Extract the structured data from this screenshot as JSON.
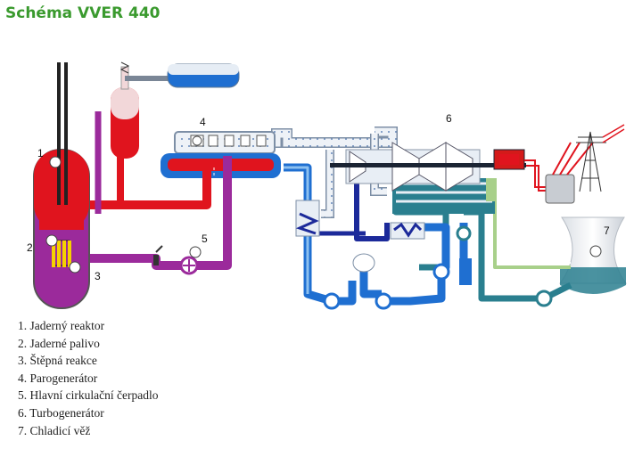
{
  "title": "Schéma VVER 440",
  "diagram_labels": [
    "1",
    "2",
    "3",
    "4",
    "5",
    "6",
    "7"
  ],
  "legend": [
    {
      "num": "1.",
      "text": "Jaderný reaktor"
    },
    {
      "num": "2.",
      "text": "Jaderné palivo"
    },
    {
      "num": "3.",
      "text": "Štěpná reakce"
    },
    {
      "num": "4.",
      "text": "Parogenerátor"
    },
    {
      "num": "5.",
      "text": "Hlavní cirkulační čerpadlo"
    },
    {
      "num": "6.",
      "text": "Turbogenerátor"
    },
    {
      "num": "7.",
      "text": "Chladicí věž"
    }
  ],
  "colors": {
    "title": "#3a9a2e",
    "primary_hot": "#e0141e",
    "primary_cold": "#9b2a9b",
    "secondary": "#1f6fd1",
    "steam": "#e8eef5",
    "tertiary": "#2a7f8f",
    "cooling_line": "#a8d08a",
    "condensate": "#1c2a9a"
  }
}
